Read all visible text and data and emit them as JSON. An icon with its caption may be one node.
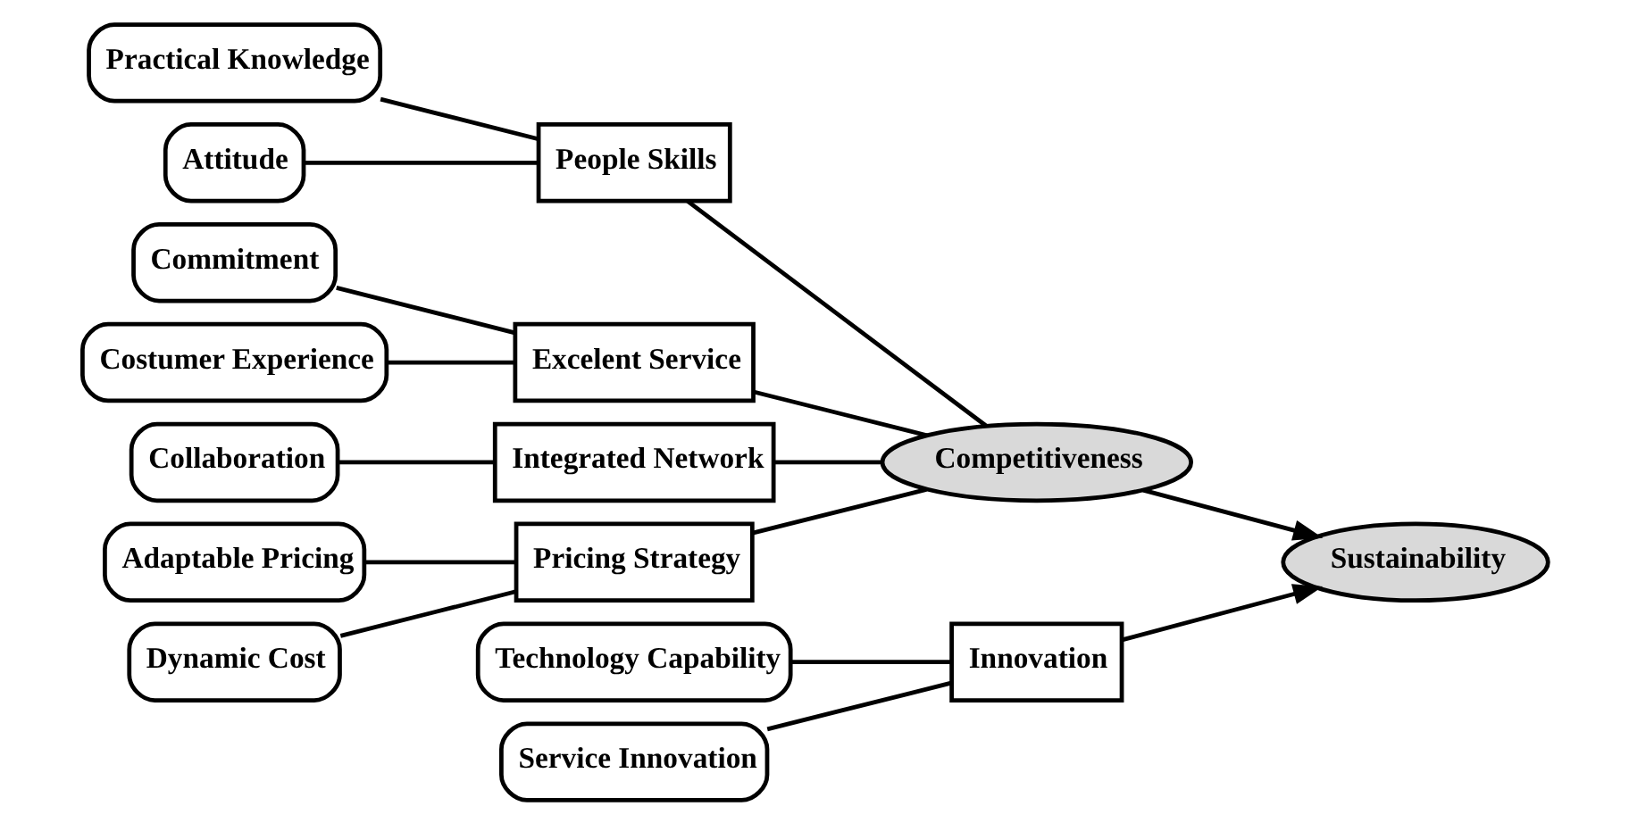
{
  "diagram": {
    "nodes": [
      {
        "text": [
          "Practical Knowledge"
        ]
      },
      {
        "text": [
          "Attitude"
        ]
      },
      {
        "text": [
          "People Skills"
        ]
      },
      {
        "text": [
          "Commitment"
        ]
      },
      {
        "text": [
          "Costumer Experience"
        ]
      },
      {
        "text": [
          "Excelent Service"
        ]
      },
      {
        "text": [
          "Collaboration"
        ]
      },
      {
        "text": [
          "Integrated Network"
        ]
      },
      {
        "text": [
          "Adaptable Pricing"
        ]
      },
      {
        "text": [
          "Dynamic Cost"
        ]
      },
      {
        "text": [
          "Pricing Strategy"
        ]
      },
      {
        "text": [
          "Competitiveness"
        ]
      },
      {
        "text": [
          "Sustainability"
        ]
      },
      {
        "text": [
          "Innovation"
        ]
      },
      {
        "text": [
          "Technology Capability"
        ]
      },
      {
        "text": [
          "Service Innovation"
        ]
      }
    ],
    "edges": [
      {
        "from": 0,
        "to": 2,
        "arrow": "none"
      },
      {
        "from": 1,
        "to": 2,
        "arrow": "none"
      },
      {
        "from": 3,
        "to": 5,
        "arrow": "none"
      },
      {
        "from": 4,
        "to": 5,
        "arrow": "none"
      },
      {
        "from": 6,
        "to": 7,
        "arrow": "none"
      },
      {
        "from": 8,
        "to": 10,
        "arrow": "none"
      },
      {
        "from": 9,
        "to": 10,
        "arrow": "none"
      },
      {
        "from": 2,
        "to": 11,
        "arrow": "none"
      },
      {
        "from": 5,
        "to": 11,
        "arrow": "none"
      },
      {
        "from": 7,
        "to": 11,
        "arrow": "none"
      },
      {
        "from": 10,
        "to": 11,
        "arrow": "none"
      },
      {
        "from": 11,
        "to": 12,
        "arrow": "to"
      },
      {
        "from": 13,
        "to": 12,
        "arrow": "to"
      },
      {
        "from": 14,
        "to": 13,
        "arrow": "none"
      },
      {
        "from": 15,
        "to": 13,
        "arrow": "none"
      }
    ]
  }
}
